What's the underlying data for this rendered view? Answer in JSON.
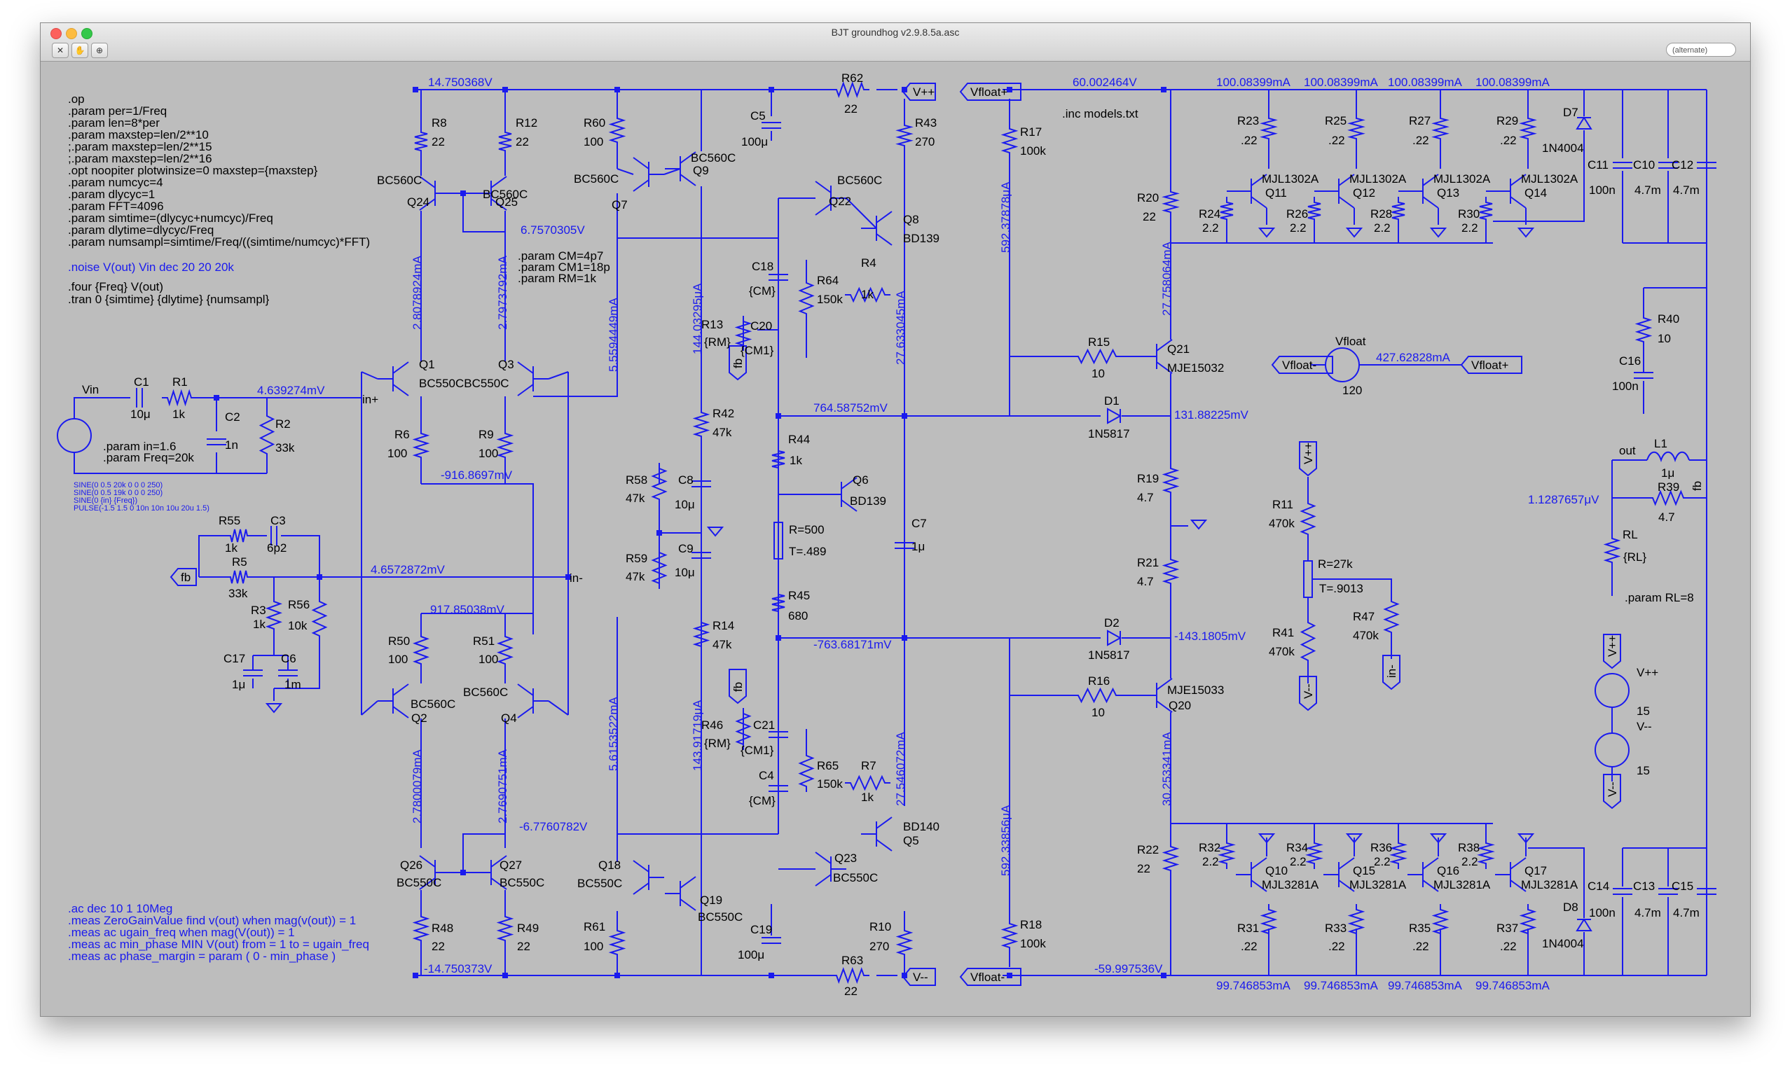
{
  "window": {
    "title": "BJT groundhog v2.9.8.5a.asc",
    "search_placeholder": "(alternate)"
  },
  "colors": {
    "wire": "#1a1aee",
    "canvas": "#bdbdbd",
    "text": "#000000"
  },
  "icons": [
    "pointer-icon",
    "hand-icon",
    "probe-icon"
  ],
  "directives_top": [
    ".op",
    ".param per=1/Freq",
    ".param len=8*per",
    ".param maxstep=len/2**10",
    ";.param maxstep=len/2**15",
    ";.param maxstep=len/2**16",
    ".opt noopiter plotwinsize=0 maxstep={maxstep}",
    ".param numcyc=4",
    ".param dlycyc=1",
    ".param FFT=4096",
    ".param simtime=(dlycyc+numcyc)/Freq",
    ".param dlytime=dlycyc/Freq",
    ".param numsampl=simtime/Freq/((simtime/numcyc)*FFT)"
  ],
  "noise_directive": ".noise V(out) Vin dec 20 20 20k",
  "four_directive": ".four {Freq} V(out)",
  "tran_directive": ".tran 0 {simtime} {dlytime} {numsampl}",
  "cm_params": [
    ".param CM=4p7",
    ".param CM1=18p",
    ".param RM=1k"
  ],
  "inc_directive": ".inc models.txt",
  "input_params": [
    ".param in=1.6",
    ".param Freq=20k"
  ],
  "source_alts": [
    "SINE(0 0.5 20k 0 0 0 250)",
    "SINE(0 0.5 19k 0 0 0 250)",
    "SINE(0 {in} {Freq})",
    "PULSE(-1.5 1.5 0 10n 10n 10u 20u 1.5)"
  ],
  "param_rl": ".param RL=8",
  "meas": [
    ".ac dec 10 1 10Meg",
    ".meas ZeroGainValue find v(out) when mag(v(out)) = 1",
    ".meas ac ugain_freq when mag(V(out)) = 1",
    ".meas ac min_phase MIN V(out) from = 1 to = ugain_freq",
    ".meas ac phase_margin = param ( 0 - min_phase )"
  ],
  "labels": {
    "vin": "Vin",
    "C1": "C1",
    "C1v": "10μ",
    "R1": "R1",
    "R1v": "1k",
    "C2": "C2",
    "C2v": "1n",
    "R2": "R2",
    "R2v": "33k",
    "inp": "in+",
    "inm": "in-",
    "fb": "fb",
    "R55": "R55",
    "R55v": "1k",
    "C3": "C3",
    "C3v": "6p2",
    "R5": "R5",
    "R5v": "33k",
    "R3": "R3",
    "R3v": "1k",
    "R56": "R56",
    "R56v": "10k",
    "C17": "C17",
    "C17v": "1μ",
    "C6": "C6",
    "C6v": "1m",
    "R8": "R8",
    "R8v": "22",
    "R12": "R12",
    "R12v": "22",
    "Q24": "Q24",
    "Q25": "Q25",
    "Q24t": "BC560C",
    "Q25t": "BC560C",
    "Q1": "Q1",
    "Q3": "Q3",
    "Q13t": "BC550CBC550C",
    "R6": "R6",
    "R6v": "100",
    "R9": "R9",
    "R9v": "100",
    "R50": "R50",
    "R50v": "100",
    "R51": "R51",
    "R51v": "100",
    "Q2": "Q2",
    "Q2t": "BC560C",
    "Q4": "Q4",
    "Q4t": "BC560C",
    "Q26": "Q26",
    "Q26t": "BC550C",
    "Q27": "Q27",
    "Q27t": "BC550C",
    "R48": "R48",
    "R48v": "22",
    "R49": "R49",
    "R49v": "22",
    "R60": "R60",
    "R60v": "100",
    "Q7": "Q7",
    "Q7t": "BC560C",
    "Q9": "Q9",
    "Q9t": "BC560C",
    "C5": "C5",
    "C5v": "100μ",
    "R62": "R62",
    "R62v": "22",
    "R43": "R43",
    "R43v": "270",
    "Q22": "Q22",
    "Q22t": "BC560C",
    "Q8": "Q8",
    "Q8t": "BD139",
    "C18": "C18",
    "C18v": "{CM}",
    "R64": "R64",
    "R64v": "150k",
    "R4": "R4",
    "R4v": "1k",
    "R13": "R13",
    "R13v": "{RM}",
    "C20": "C20",
    "C20v": "{CM1}",
    "R42": "R42",
    "R42v": "47k",
    "R58": "R58",
    "R58v": "47k",
    "C8": "C8",
    "C8v": "10μ",
    "R59": "R59",
    "R59v": "47k",
    "C9": "C9",
    "C9v": "10μ",
    "R44": "R44",
    "R44v": "1k",
    "Q6": "Q6",
    "Q6t": "BD139",
    "Rp": "R=500",
    "Tp": "T=.489",
    "R45": "R45",
    "R45v": "680",
    "C7": "C7",
    "C7v": "1μ",
    "R14": "R14",
    "R14v": "47k",
    "R46": "R46",
    "R46v": "{RM}",
    "C21": "C21",
    "C21v": "{CM1}",
    "C4": "C4",
    "C4v": "{CM}",
    "R65": "R65",
    "R65v": "150k",
    "R7": "R7",
    "R7v": "1k",
    "Q5": "Q5",
    "Q5t": "BD140",
    "Q23": "Q23",
    "Q23t": "BC550C",
    "Q18": "Q18",
    "Q18t": "BC550C",
    "Q19": "Q19",
    "Q19t": "BC550C",
    "R61": "R61",
    "R61v": "100",
    "C19": "C19",
    "C19v": "100μ",
    "R63": "R63",
    "R63v": "22",
    "R10": "R10",
    "R10v": "270",
    "vpp": "V++",
    "vmm": "V--",
    "vfp": "Vfloat+",
    "vfm": "Vfloat-",
    "R17": "R17",
    "R17v": "100k",
    "R18": "R18",
    "R18v": "100k",
    "R15": "R15",
    "R15v": "10",
    "Q21": "Q21",
    "Q21t": "MJE15032",
    "D1": "D1",
    "D1t": "1N5817",
    "R16": "R16",
    "R16v": "10",
    "Q20": "Q20",
    "Q20t": "MJE15033",
    "D2": "D2",
    "D2t": "1N5817",
    "R20": "R20",
    "R20v": "22",
    "R19": "R19",
    "R19v": "4.7",
    "R21": "R21",
    "R21v": "4.7",
    "R22": "R22",
    "R22v": "22",
    "R23": "R23",
    "R25": "R25",
    "R27": "R27",
    "R29": "R29",
    "R22v2": ".22",
    "R24": "R24",
    "R26": "R26",
    "R28": "R28",
    "R30": "R30",
    "R2p2": "2.2",
    "Q11": "Q11",
    "Q12": "Q12",
    "Q13": "Q13",
    "Q14": "Q14",
    "MJL1302A": "MJL1302A",
    "D7": "D7",
    "D7t": "1N4004",
    "D8": "D8",
    "D8t": "1N4004",
    "R32": "R32",
    "R34": "R34",
    "R36": "R36",
    "R38": "R38",
    "R31": "R31",
    "R33": "R33",
    "R35": "R35",
    "R37": "R37",
    "Q10": "Q10",
    "Q15": "Q15",
    "Q16": "Q16",
    "Q17": "Q17",
    "MJL3281A": "MJL3281A",
    "C11": "C11",
    "C11v": "100n",
    "C10": "C10",
    "C10v": "4.7m",
    "C12": "C12",
    "C12v": "4.7m",
    "C14": "C14",
    "C14v": "100n",
    "C13": "C13",
    "C13v": "4.7m",
    "C15": "C15",
    "C15v": "4.7m",
    "R40": "R40",
    "R40v": "10",
    "C16": "C16",
    "C16v": "100n",
    "L1": "L1",
    "L1v": "1μ",
    "out": "out",
    "R39": "R39",
    "R39v": "4.7",
    "RL": "RL",
    "RLv": "{RL}",
    "Vfloat": "Vfloat",
    "Vfloatv": "120",
    "Vfloatm": "Vfloat-",
    "Vfloatp": "Vfloat+",
    "R11": "R11",
    "R11v": "470k",
    "Rp2": "R=27k",
    "Tp2": "T=.9013",
    "R41": "R41",
    "R41v": "470k",
    "R47": "R47",
    "R47v": "470k",
    "V++s": "V++",
    "V++v": "15",
    "V--s": "V--",
    "V--v": "15"
  },
  "readings": {
    "n_vin": "4.639274mV",
    "n_fb": "4.6572872mV",
    "n_top": "14.750368V",
    "n_bot": "-14.750373V",
    "n_r6": "-916.8697mV",
    "n_r50": "917.85038mV",
    "i_q24": "2.8078924mA",
    "i_q25": "2.7973792mA",
    "i_q26": "2.7800079mA",
    "i_q27": "2.7690751mA",
    "n_q7": "6.7570305V",
    "n_q18": "-6.7760782V",
    "i_q7": "5.5594449mA",
    "i_q18": "5.6153522mA",
    "i_r42": "144.03295μA",
    "i_r14": "143.91719μA",
    "i_r43": "27.633045mA",
    "i_r10": "27.546072mA",
    "n_mid_top": "764.58752mV",
    "n_mid_bot": "-763.68171mV",
    "i_r17": "592.37878μA",
    "i_r18": "592.33856μA",
    "n_vfp": "60.002464V",
    "n_vfm": "-59.997536V",
    "i_q21": "27.758064mA",
    "i_q20": "30.253341mA",
    "n_d1": "131.88225mV",
    "n_d2": "-143.1805mV",
    "i_top": "100.08399mA",
    "i_bot": "99.746853mA",
    "i_vfloat": "427.62828mA",
    "n_out": "1.1287657μV"
  }
}
